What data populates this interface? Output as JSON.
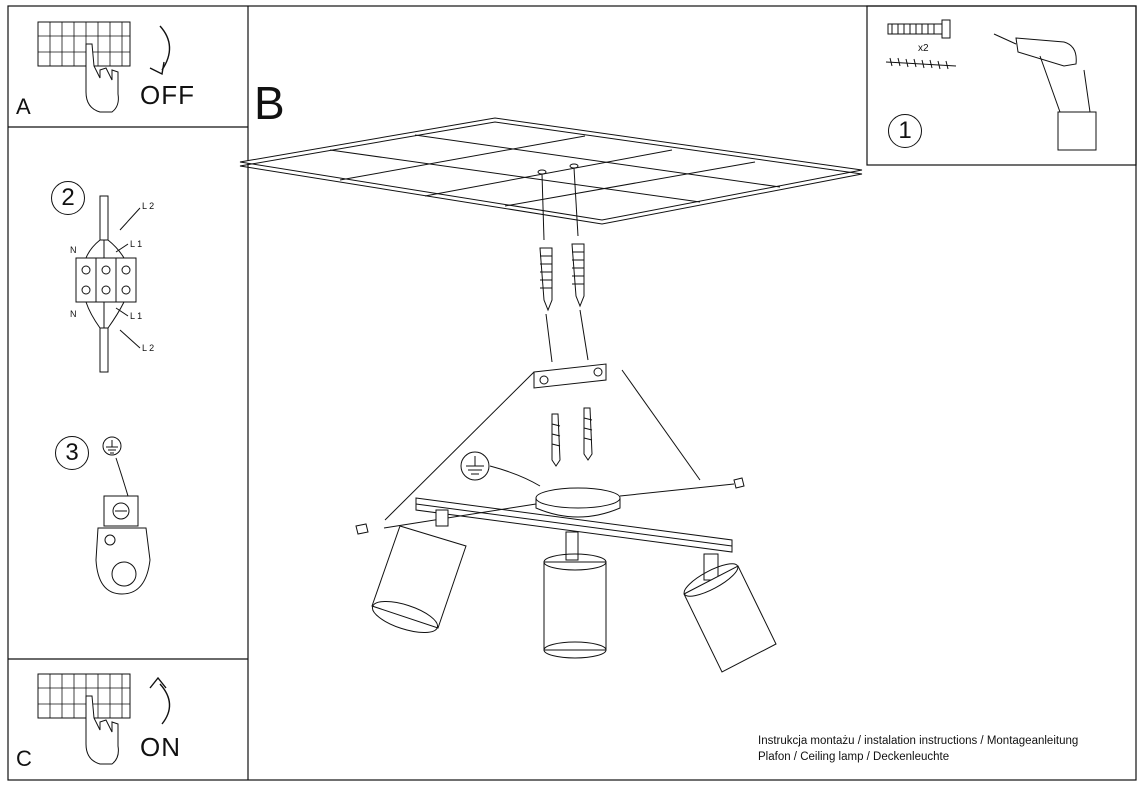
{
  "panel_a": {
    "letter": "A",
    "switch_label": "OFF"
  },
  "panel_c": {
    "letter": "C",
    "switch_label": "ON"
  },
  "main": {
    "letter": "B"
  },
  "steps": {
    "one": "1",
    "two": "2",
    "three": "3"
  },
  "hardware": {
    "quantity": "x2"
  },
  "wiring": {
    "top_left": "N",
    "top_right_outer": "L 2",
    "top_right_inner": "L 1",
    "bottom_left": "N",
    "bottom_right_inner": "L 1",
    "bottom_right_outer": "L 2"
  },
  "caption": {
    "line1": "Instrukcja montażu / instalation instructions / Montageanleitung",
    "line2": "Plafon / Ceiling lamp / Deckenleuchte"
  }
}
